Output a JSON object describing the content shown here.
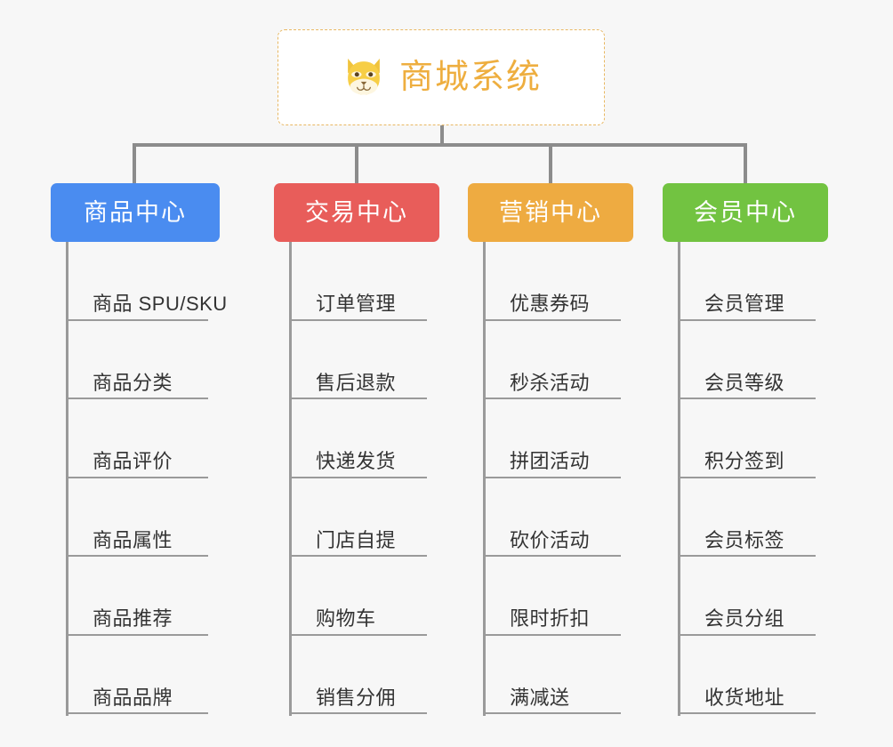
{
  "page": {
    "background_color": "#f7f7f7",
    "connector_color": "#8c8c8c",
    "rule_color": "#9a9a9a"
  },
  "root": {
    "title": "商城系统",
    "icon": "shiba-dog-face-icon",
    "title_color": "#eeae3f",
    "border_color": "#e8b863",
    "background_color": "#ffffff"
  },
  "categories": [
    {
      "label": "商品中心",
      "color": "#4a8cf0",
      "color_name": "blue",
      "items": [
        "商品 SPU/SKU",
        "商品分类",
        "商品评价",
        "商品属性",
        "商品推荐",
        "商品品牌"
      ]
    },
    {
      "label": "交易中心",
      "color": "#e85d5a",
      "color_name": "red",
      "items": [
        "订单管理",
        "售后退款",
        "快递发货",
        "门店自提",
        "购物车",
        "销售分佣"
      ]
    },
    {
      "label": "营销中心",
      "color": "#eeab41",
      "color_name": "orange",
      "items": [
        "优惠券码",
        "秒杀活动",
        "拼团活动",
        "砍价活动",
        "限时折扣",
        "满减送"
      ]
    },
    {
      "label": "会员中心",
      "color": "#72c341",
      "color_name": "green",
      "items": [
        "会员管理",
        "会员等级",
        "积分签到",
        "会员标签",
        "会员分组",
        "收货地址"
      ]
    }
  ]
}
